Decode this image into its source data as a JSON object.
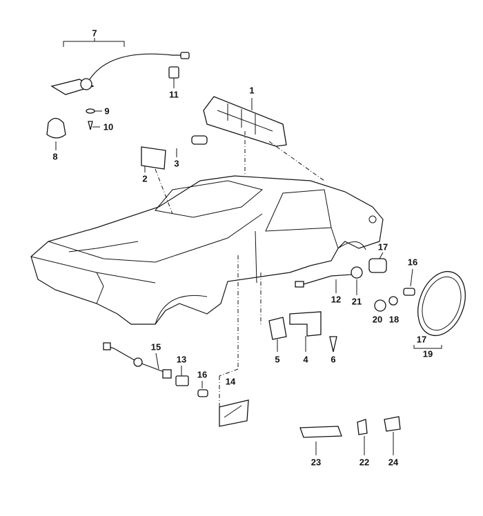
{
  "diagram": {
    "labels": {
      "p1": "1",
      "p2": "2",
      "p3": "3",
      "p4": "4",
      "p5": "5",
      "p6": "6",
      "p7": "7",
      "p8": "8",
      "p9": "9",
      "p10": "10",
      "p11": "11",
      "p12": "12",
      "p13": "13",
      "p14": "14",
      "p15": "15",
      "p16a": "16",
      "p16b": "16",
      "p17a": "17",
      "p17b": "17",
      "p18": "18",
      "p19": "19",
      "p20": "20",
      "p21": "21",
      "p22": "22",
      "p23": "23",
      "p24": "24"
    }
  }
}
